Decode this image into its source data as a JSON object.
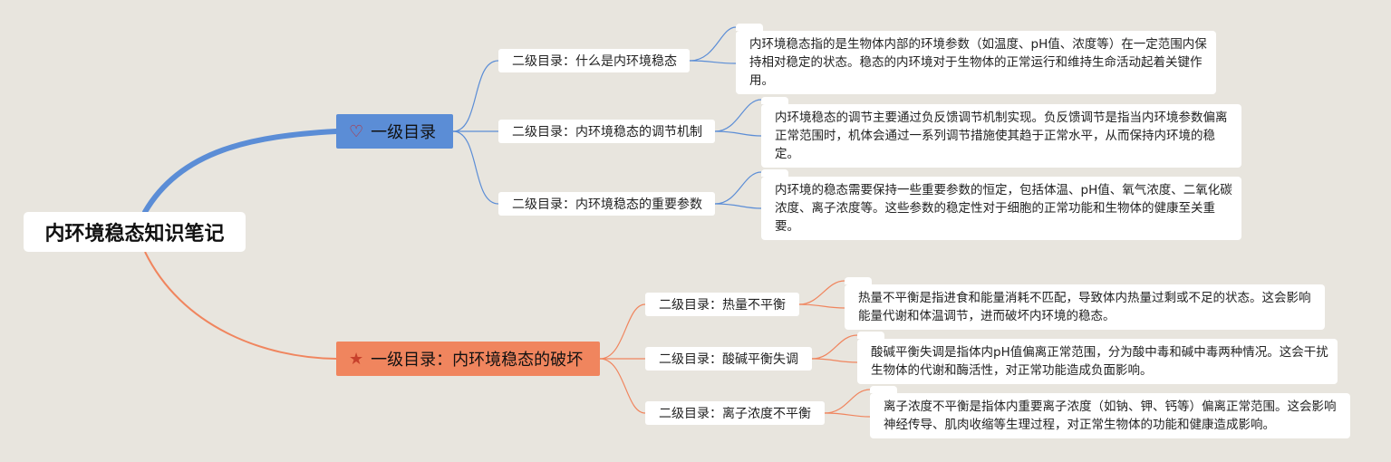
{
  "root": {
    "title": "内环境稳态知识笔记"
  },
  "colors": {
    "background": "#e8e5de",
    "branch_blue": "#5b8dd6",
    "branch_orange": "#f0855e"
  },
  "branches": [
    {
      "label": "一级目录",
      "icon": "heart-icon",
      "children": [
        {
          "label": "二级目录：什么是内环境稳态",
          "note": "内环境稳态指的是生物体内部的环境参数（如温度、pH值、浓度等）在一定范围内保持相对稳定的状态。稳态的内环境对于生物体的正常运行和维持生命活动起着关键作用。"
        },
        {
          "label": "二级目录：内环境稳态的调节机制",
          "note": "内环境稳态的调节主要通过负反馈调节机制实现。负反馈调节是指当内环境参数偏离正常范围时，机体会通过一系列调节措施使其趋于正常水平，从而保持内环境的稳定。"
        },
        {
          "label": "二级目录：内环境稳态的重要参数",
          "note": "内环境的稳态需要保持一些重要参数的恒定，包括体温、pH值、氧气浓度、二氧化碳浓度、离子浓度等。这些参数的稳定性对于细胞的正常功能和生物体的健康至关重要。"
        }
      ]
    },
    {
      "label": "一级目录：内环境稳态的破坏",
      "icon": "star-icon",
      "children": [
        {
          "label": "二级目录：热量不平衡",
          "note": "热量不平衡是指进食和能量消耗不匹配，导致体内热量过剩或不足的状态。这会影响能量代谢和体温调节，进而破坏内环境的稳态。"
        },
        {
          "label": "二级目录：酸碱平衡失调",
          "note": "酸碱平衡失调是指体内pH值偏离正常范围，分为酸中毒和碱中毒两种情况。这会干扰生物体的代谢和酶活性，对正常功能造成负面影响。"
        },
        {
          "label": "二级目录：离子浓度不平衡",
          "note": "离子浓度不平衡是指体内重要离子浓度（如钠、钾、钙等）偏离正常范围。这会影响神经传导、肌肉收缩等生理过程，对正常生物体的功能和健康造成影响。"
        }
      ]
    }
  ]
}
